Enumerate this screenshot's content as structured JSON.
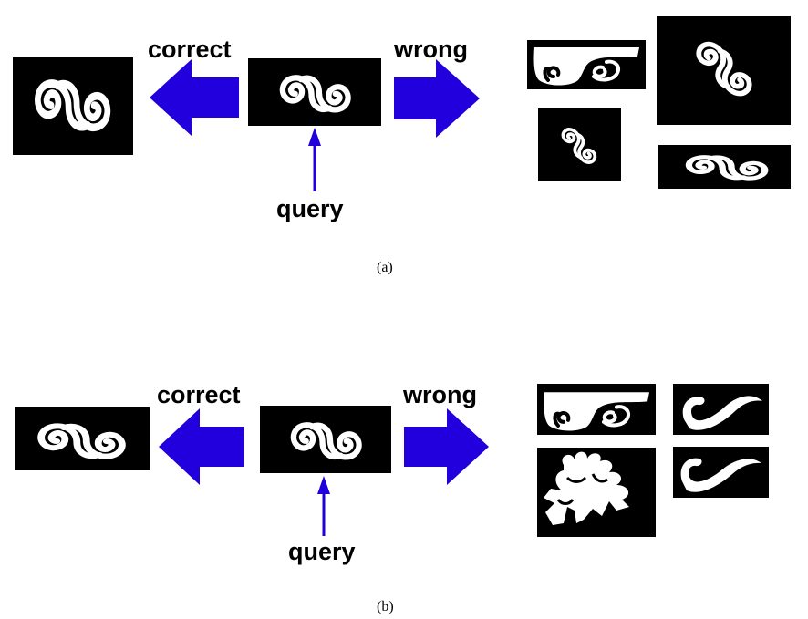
{
  "panels": [
    {
      "id": "a",
      "correct_label": "correct",
      "wrong_label": "wrong",
      "query_label": "query",
      "caption": "(a)"
    },
    {
      "id": "b",
      "correct_label": "correct",
      "wrong_label": "wrong",
      "query_label": "query",
      "caption": "(b)"
    }
  ],
  "colors": {
    "arrow": "#2200dd",
    "image_background": "#000000",
    "shape": "#ffffff"
  }
}
